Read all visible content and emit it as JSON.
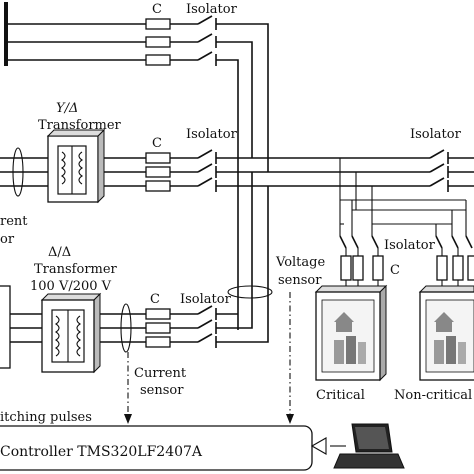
{
  "labels": {
    "top_cap": "C",
    "top_isolator": "Isolator",
    "yd_title": "Y/Δ",
    "yd_sub": "Transformer",
    "mid_cap": "C",
    "mid_isolator": "Isolator",
    "current_left_1": "rent",
    "current_left_2": "or",
    "dd_title": "Δ/Δ",
    "dd_sub": "Transformer",
    "dd_rating": "100 V/200 V",
    "bot_isolator": "Isolator",
    "bot_cap": "C",
    "current_sensor_1": "Current",
    "current_sensor_2": "sensor",
    "voltage_sensor_1": "Voltage",
    "voltage_sensor_2": "sensor",
    "right_isolator": "Isolator",
    "load_isolator": "Isolator",
    "load_cap": "C",
    "critical": "Critical",
    "noncritical": "Non-critical",
    "switching": "itching pulses",
    "controller": "Controller TMS320LF2407A"
  }
}
